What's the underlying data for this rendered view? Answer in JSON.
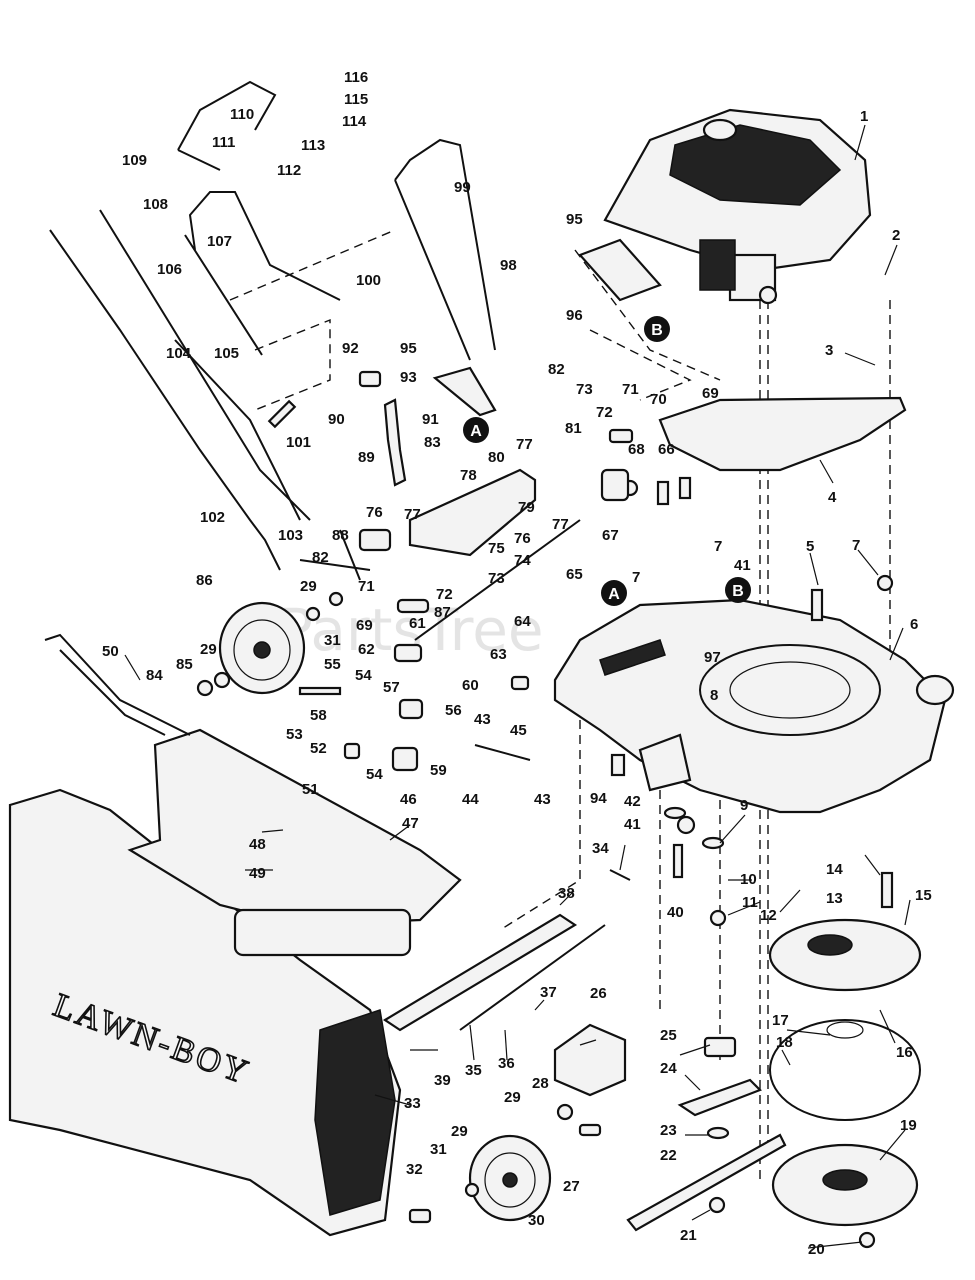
{
  "diagram": {
    "brand_text": "LAWN-BOY",
    "watermark": "PartsTree",
    "markers": [
      "A",
      "B"
    ],
    "part_numbers": [
      "1",
      "2",
      "3",
      "4",
      "5",
      "6",
      "7",
      "8",
      "9",
      "10",
      "11",
      "12",
      "13",
      "14",
      "15",
      "16",
      "17",
      "18",
      "19",
      "20",
      "21",
      "22",
      "23",
      "24",
      "25",
      "26",
      "27",
      "28",
      "29",
      "30",
      "31",
      "32",
      "33",
      "34",
      "35",
      "36",
      "37",
      "38",
      "39",
      "40",
      "41",
      "42",
      "43",
      "44",
      "45",
      "46",
      "47",
      "48",
      "49",
      "50",
      "51",
      "52",
      "53",
      "54",
      "55",
      "56",
      "57",
      "58",
      "59",
      "60",
      "61",
      "62",
      "63",
      "64",
      "65",
      "66",
      "67",
      "68",
      "69",
      "70",
      "71",
      "72",
      "73",
      "74",
      "75",
      "76",
      "77",
      "78",
      "79",
      "80",
      "81",
      "82",
      "83",
      "84",
      "85",
      "86",
      "87",
      "88",
      "89",
      "90",
      "91",
      "92",
      "93",
      "94",
      "95",
      "96",
      "97",
      "98",
      "99",
      "100",
      "101",
      "102",
      "103",
      "104",
      "105",
      "106",
      "107",
      "108",
      "109",
      "110",
      "111",
      "112",
      "113",
      "114",
      "115",
      "116"
    ]
  }
}
